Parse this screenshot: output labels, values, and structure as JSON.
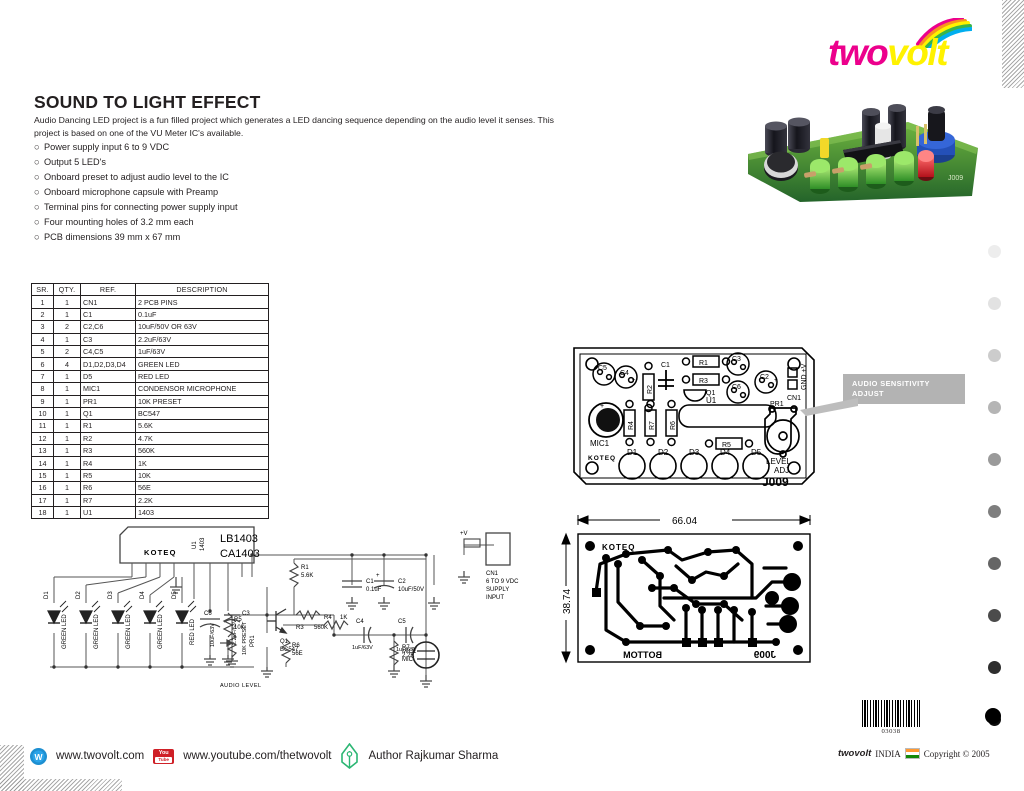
{
  "brand": {
    "name_part1": "two",
    "name_part2": "volt",
    "footer_brand": "twovolt"
  },
  "header": {
    "title": "SOUND TO  LIGHT EFFECT",
    "intro": "Audio Dancing LED project is a fun filled project which generates a LED dancing sequence depending on the audio level it senses.   This project is based on one of the VU Meter IC's available.",
    "features": [
      "Power supply input 6 to 9 VDC",
      "Output 5 LED's",
      "Onboard preset to adjust audio level to the IC",
      "Onboard microphone capsule with Preamp",
      "Terminal pins for connecting power supply input",
      "Four mounting holes of 3.2 mm each",
      "PCB dimensions 39 mm x 67 mm"
    ],
    "bullet_glyph": "○"
  },
  "parts_table": {
    "headers": [
      "SR.",
      "QTY.",
      "REF.",
      "DESCRIPTION"
    ],
    "rows": [
      [
        "1",
        "1",
        "CN1",
        "2 PCB PINS"
      ],
      [
        "2",
        "1",
        "C1",
        "0.1uF"
      ],
      [
        "3",
        "2",
        "C2,C6",
        "10uF/50V OR 63V"
      ],
      [
        "4",
        "1",
        "C3",
        "2.2uF/63V"
      ],
      [
        "5",
        "2",
        "C4,C5",
        "1uF/63V"
      ],
      [
        "6",
        "4",
        "D1,D2,D3,D4",
        "GREEN LED"
      ],
      [
        "7",
        "1",
        "D5",
        "RED LED"
      ],
      [
        "8",
        "1",
        "MIC1",
        "CONDENSOR MICROPHONE"
      ],
      [
        "9",
        "1",
        "PR1",
        "10K PRESET"
      ],
      [
        "10",
        "1",
        "Q1",
        "BC547"
      ],
      [
        "11",
        "1",
        "R1",
        "5.6K"
      ],
      [
        "12",
        "1",
        "R2",
        "4.7K"
      ],
      [
        "13",
        "1",
        "R3",
        "560K"
      ],
      [
        "14",
        "1",
        "R4",
        "1K"
      ],
      [
        "15",
        "1",
        "R5",
        "10K"
      ],
      [
        "16",
        "1",
        "R6",
        "56E"
      ],
      [
        "17",
        "1",
        "R7",
        "2.2K"
      ],
      [
        "18",
        "1",
        "U1",
        "1403"
      ]
    ]
  },
  "callout": {
    "line1": "AUDIO SENSITIVITY",
    "line2": "ADJUST"
  },
  "silkscreen": {
    "brand": "KOTEQ",
    "board_code": "J009",
    "level_adj_line1": "LEVEL",
    "level_adj_line2": "ADJ",
    "mic": "MIC1",
    "connector": "CN1",
    "power_label": "GND +V",
    "ic": "U1",
    "transistor": "Q1",
    "preset": "PR1",
    "caps": [
      "C1",
      "C2",
      "C3",
      "C4",
      "C5",
      "C6"
    ],
    "resistors": [
      "R1",
      "R2",
      "R3",
      "R4",
      "R5",
      "R6",
      "R7"
    ],
    "leds": [
      "D1",
      "D2",
      "D3",
      "D4",
      "D5"
    ]
  },
  "pcb_layout": {
    "width_dim": "66.04",
    "height_dim": "38.74",
    "bottom_label": "BOTTOM",
    "code_label": "J009",
    "brand_label": "KOTEQ"
  },
  "schematic": {
    "ic_label_top": "LB1403",
    "ic_label_bottom": "CA1403",
    "ic_ref": "U1",
    "ic_value": "1403",
    "ic_brand": "KOTEQ",
    "leds": [
      {
        "ref": "D1",
        "desc": "GREEN LED"
      },
      {
        "ref": "D2",
        "desc": "GREEN LED"
      },
      {
        "ref": "D3",
        "desc": "GREEN LED"
      },
      {
        "ref": "D4",
        "desc": "GREEN LED"
      },
      {
        "ref": "D5",
        "desc": "RED LED"
      }
    ],
    "components": [
      {
        "ref": "R1",
        "value": "5.6K"
      },
      {
        "ref": "R2",
        "value": "4.7K"
      },
      {
        "ref": "R3",
        "value": "560K"
      },
      {
        "ref": "R4",
        "value": "1K"
      },
      {
        "ref": "R5",
        "value": "10K"
      },
      {
        "ref": "R6",
        "value": "56E"
      },
      {
        "ref": "R7",
        "value": "2.2K"
      },
      {
        "ref": "C1",
        "value": "0.1uF"
      },
      {
        "ref": "C2",
        "value": "10uF/50V"
      },
      {
        "ref": "C3",
        "value": "2.2uF/63V"
      },
      {
        "ref": "C4",
        "value": "1uF/63V"
      },
      {
        "ref": "C5",
        "value": "1uF/63V"
      },
      {
        "ref": "C6",
        "value": "10uF/63V"
      },
      {
        "ref": "Q1",
        "value": "BC547"
      },
      {
        "ref": "PR1",
        "value": "10K PRESET"
      },
      {
        "ref": "MIC1",
        "value": "MIC"
      }
    ],
    "connector": {
      "ref": "CN1",
      "line1": "6 TO 9 VDC",
      "line2": "SUPPLY",
      "line3": "INPUT",
      "rail": "+V"
    },
    "audio_level_label": "AUDIO LEVEL"
  },
  "footer": {
    "website": "www.twovolt.com",
    "youtube": "www.youtube.com/thetwovolt",
    "author": "Author Rajkumar Sharma",
    "yt_top": "You",
    "yt_bottom": "Tube",
    "w_icon_letter": "W"
  },
  "barcode": {
    "number": "03038"
  },
  "copyright": {
    "country": "INDIA",
    "text": "Copyright © 2005"
  },
  "colors": {
    "magenta": "#ec008c",
    "yellow": "#fff200",
    "callout_bg": "#b3b3b3",
    "ink": "#231f20",
    "pcb_green": "#2f7d32",
    "led_red": "#d81f26"
  },
  "dots": {
    "shades": [
      "#ededed",
      "#e2e2e2",
      "#cccccc",
      "#b5b5b5",
      "#9a9a9a",
      "#7e7e7e",
      "#656565",
      "#4b4b4b",
      "#2e2e2e",
      "#0d0d0d"
    ]
  }
}
